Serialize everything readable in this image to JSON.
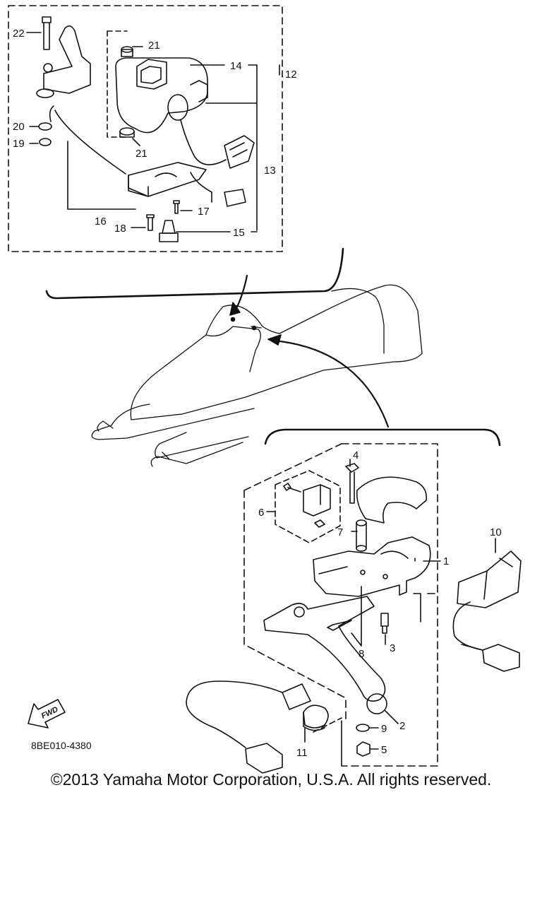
{
  "diagram": {
    "callouts": {
      "c1": "1",
      "c2": "2",
      "c3": "3",
      "c4": "4",
      "c5": "5",
      "c6": "6",
      "c7": "7",
      "c8": "8",
      "c9": "9",
      "c10": "10",
      "c11": "11",
      "c12": "12",
      "c13": "13",
      "c14": "14",
      "c15": "15",
      "c16": "16",
      "c17": "17",
      "c18": "18",
      "c19": "19",
      "c20": "20",
      "c21a": "21",
      "c21b": "21",
      "c22": "22"
    },
    "direction_badge": "FWD",
    "drawing_code": "8BE010-4380"
  },
  "footer": {
    "copyright": "©2013 Yamaha Motor Corporation, U.S.A. All rights reserved."
  }
}
